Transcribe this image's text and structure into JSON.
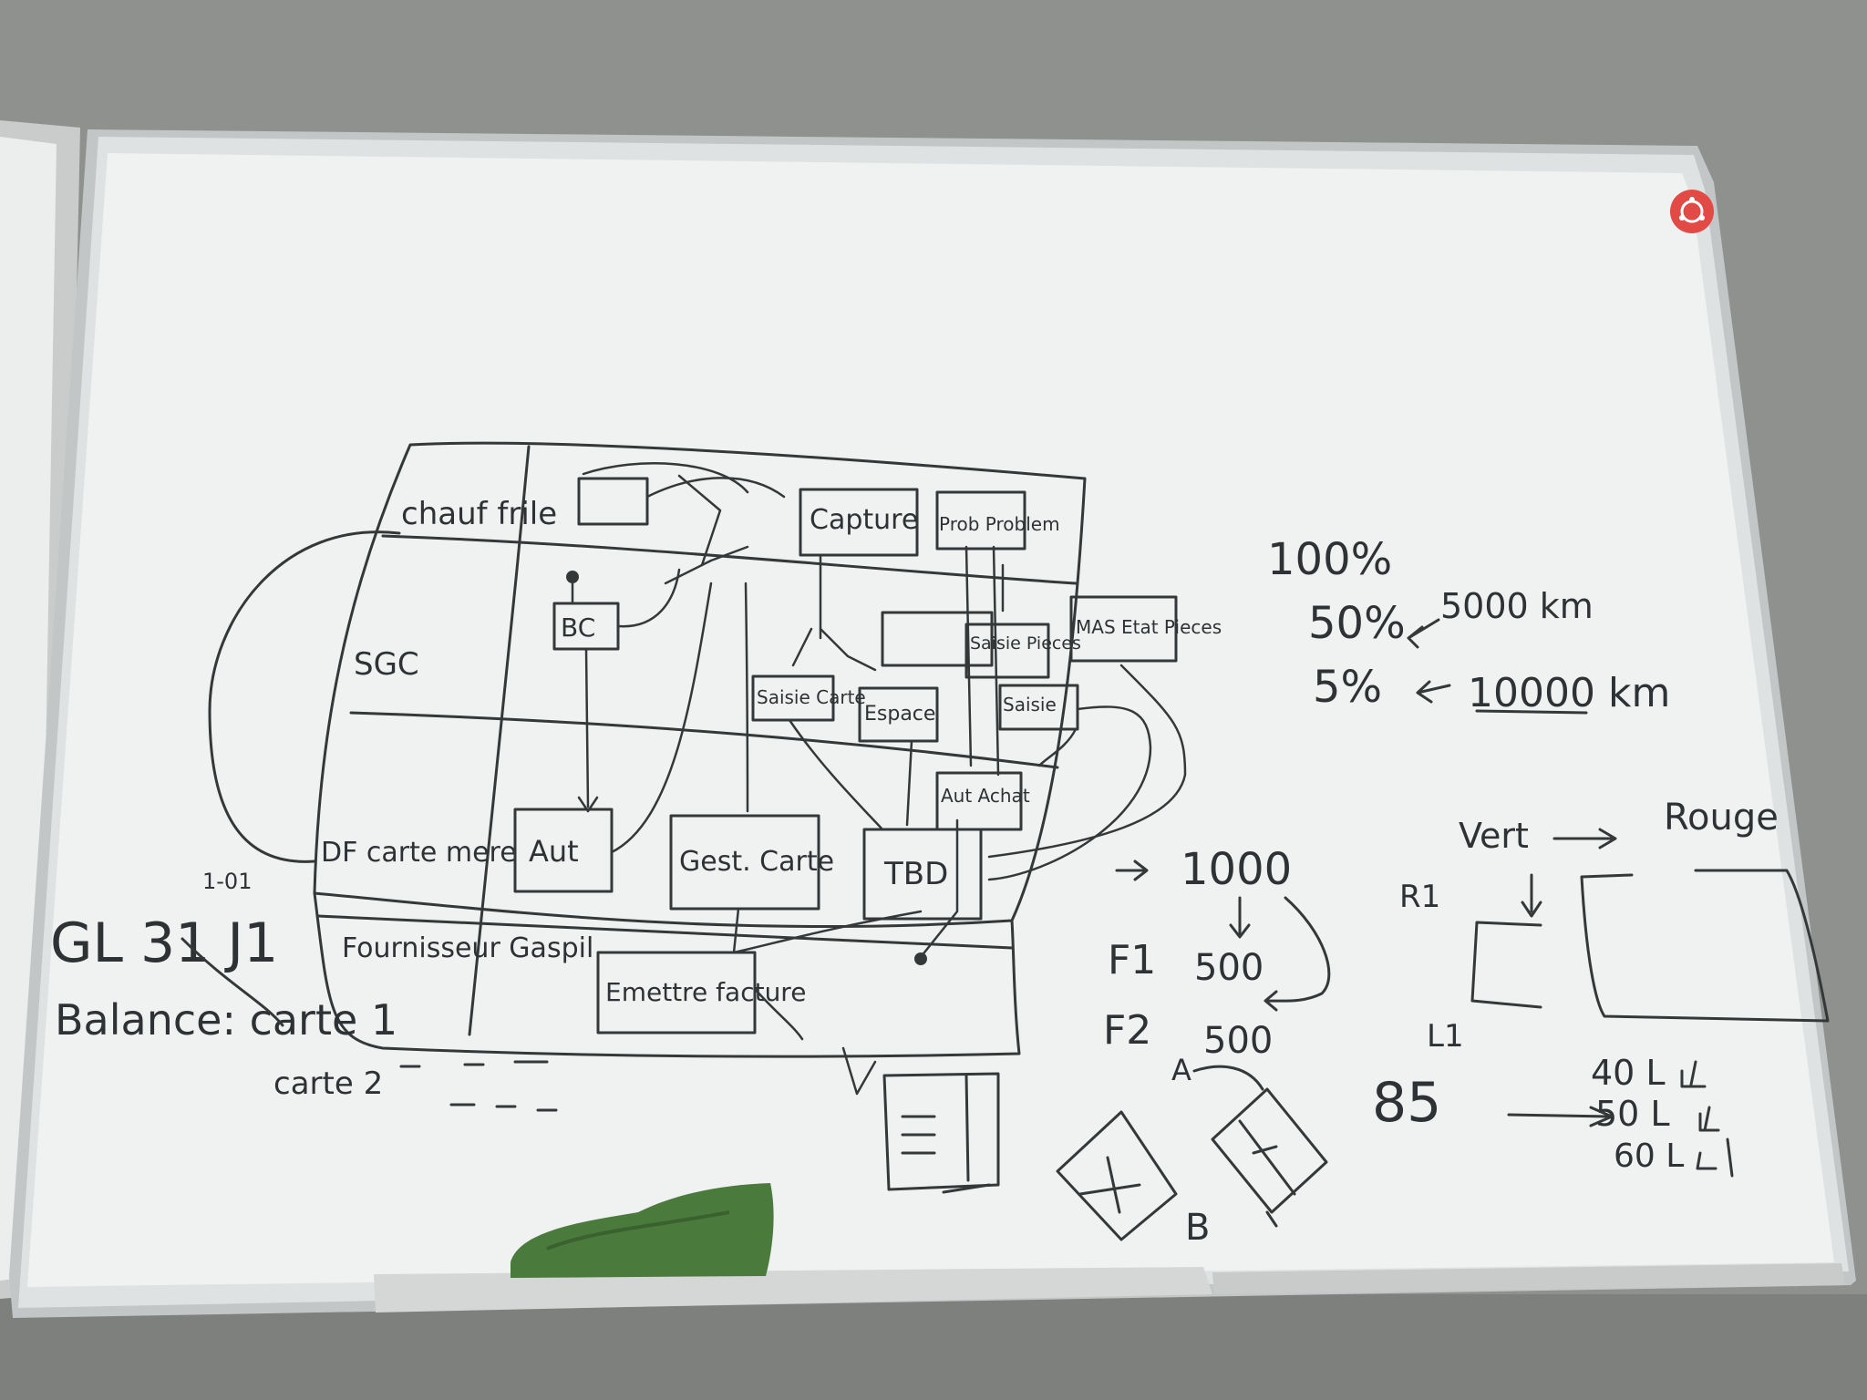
{
  "board": {
    "swimlanes": {
      "lane_1": "chauf frile",
      "lane_2": "SGC",
      "lane_3": "DF carte mere",
      "lane_4": "Fournisseur Gaspil",
      "side_note": "1-01"
    },
    "boxes": {
      "bc": "BC",
      "capture": "Capture",
      "aut_left": "Aut",
      "gest_carte": "Gest. Carte",
      "tbd": "TBD",
      "emettre_facture": "Emettre facture",
      "saisie_carte": "Saisie Carte",
      "espace": "Espace",
      "saisie_pieces": "Saisie Pieces",
      "saisie": "Saisie",
      "aut_achat": "Aut Achat",
      "mas_etat": "MAS Etat Pieces",
      "prob": "Prob Problem"
    },
    "ledger": {
      "gl": "GL 31 J1",
      "balance": "Balance: carte 1",
      "carte2": "carte 2"
    },
    "stats": {
      "line1": "100%",
      "line2": "50%",
      "line2_note": "5000 km",
      "line3": "5%",
      "line3_note": "10000 km"
    },
    "flows": {
      "top": "1000",
      "f1": "F1",
      "f1_val": "500",
      "f2": "F2",
      "f2_val": "500",
      "a": "A",
      "b": "B"
    },
    "right_diagram": {
      "vert": "Vert",
      "rouge": "Rouge",
      "r1": "R1",
      "l1": "L1",
      "n85": "85",
      "v40": "40 L",
      "v50": "50 L",
      "v60": "60 L"
    }
  }
}
